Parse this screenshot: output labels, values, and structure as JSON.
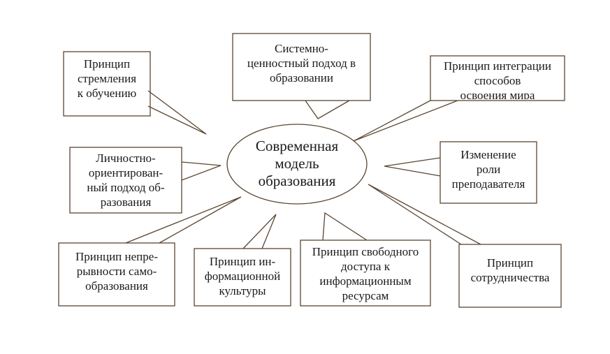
{
  "center": {
    "lines": [
      "Современная",
      "модель",
      "образования"
    ]
  },
  "nodes": [
    {
      "id": "top",
      "lines": [
        "Системно-",
        "ценностный подход  в",
        "образовании"
      ]
    },
    {
      "id": "top-left",
      "lines": [
        "Принцип",
        "стремления",
        "к обучению"
      ]
    },
    {
      "id": "top-right",
      "lines": [
        "Принцип интеграции",
        "способов",
        "освоения мира"
      ]
    },
    {
      "id": "left",
      "lines": [
        "Личностно-",
        "ориентирован-",
        "ный подход об-",
        "разования"
      ]
    },
    {
      "id": "right",
      "lines": [
        "Изменение",
        "роли",
        "преподавателя"
      ]
    },
    {
      "id": "bottom-left",
      "lines": [
        "Принцип непре-",
        "рывности само-",
        "образования"
      ]
    },
    {
      "id": "bottom-mid-left",
      "lines": [
        "Принцип ин-",
        "формационной",
        "культуры"
      ]
    },
    {
      "id": "bottom-mid-right",
      "lines": [
        "Принцип свободного",
        "доступа к",
        "информационным",
        "ресурсам"
      ]
    },
    {
      "id": "bottom-right",
      "lines": [
        "Принцип",
        "сотрудничества"
      ]
    }
  ],
  "colors": {
    "stroke": "#5a4632",
    "text": "#1a1a1a",
    "background": "#ffffff"
  }
}
